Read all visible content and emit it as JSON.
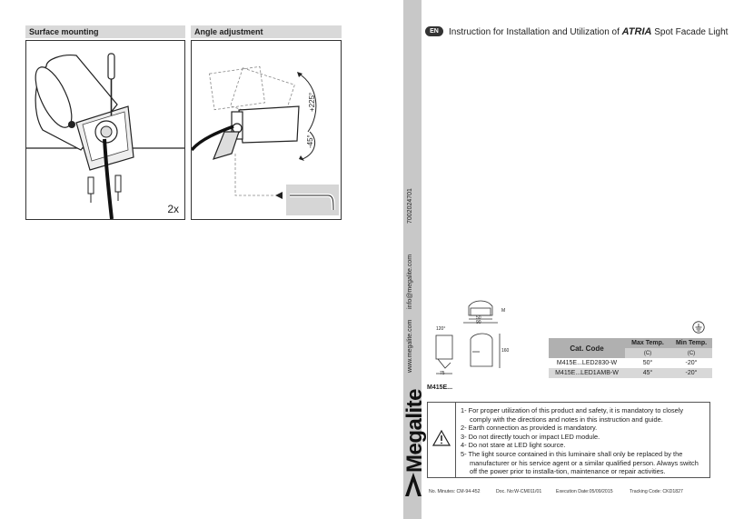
{
  "panels": {
    "surface": {
      "title": "Surface mounting",
      "count_label": "2x"
    },
    "angle": {
      "title": "Angle adjustment",
      "angle_up": "+225°",
      "angle_down": "-45°"
    }
  },
  "strip": {
    "website": "www.megalite.com",
    "email": "info@megalite.com",
    "doc_number": "7002024701",
    "brand": "Megalite"
  },
  "header": {
    "lang_badge": "EN",
    "title_prefix": "Instruction for Installation and Utilization of",
    "product": "ATRIA",
    "title_suffix": "Spot Facade Light"
  },
  "drawing": {
    "dim_50": "50",
    "dim_90": "90",
    "dim_m": "M",
    "dim_120": "120°",
    "dim_75": "75",
    "dim_160": "160",
    "model_prefix": "M415E..."
  },
  "spec_table": {
    "head_cat": "Cat. Code",
    "head_max": "Max Temp.",
    "head_min": "Min Temp.",
    "unit_max": "(C)",
    "unit_min": "(C)",
    "rows": [
      {
        "code": "M415E...LED2830-W",
        "max": "50°",
        "min": "-20°"
      },
      {
        "code": "M415E...LED1AMB-W",
        "max": "45°",
        "min": "-20°"
      }
    ]
  },
  "notes": {
    "warning_icon": "warning-triangle-icon",
    "lines": [
      "1- For proper utilization of this product and safety, it is mandatory to closely",
      "comply with the directions and notes in this instruction and guide.",
      "2- Earth connection as provided is mandatory.",
      "3- Do not directly touch or impact LED module.",
      "4- Do not stare at LED light source.",
      "5- The light source contained in this luminaire shall only be replaced by the",
      "manufacturer or his service agent or a similar qualified person. Always switch",
      "off the power prior to installa-tion, maintenance or repair activities."
    ]
  },
  "footer": {
    "minutes": "No. Minutes: CM-94-452",
    "doc": "Doc. No:W-CM011/01",
    "execution": "Execution Date:05/09/2015",
    "tracking": "Tracking Code: CKD1827"
  }
}
